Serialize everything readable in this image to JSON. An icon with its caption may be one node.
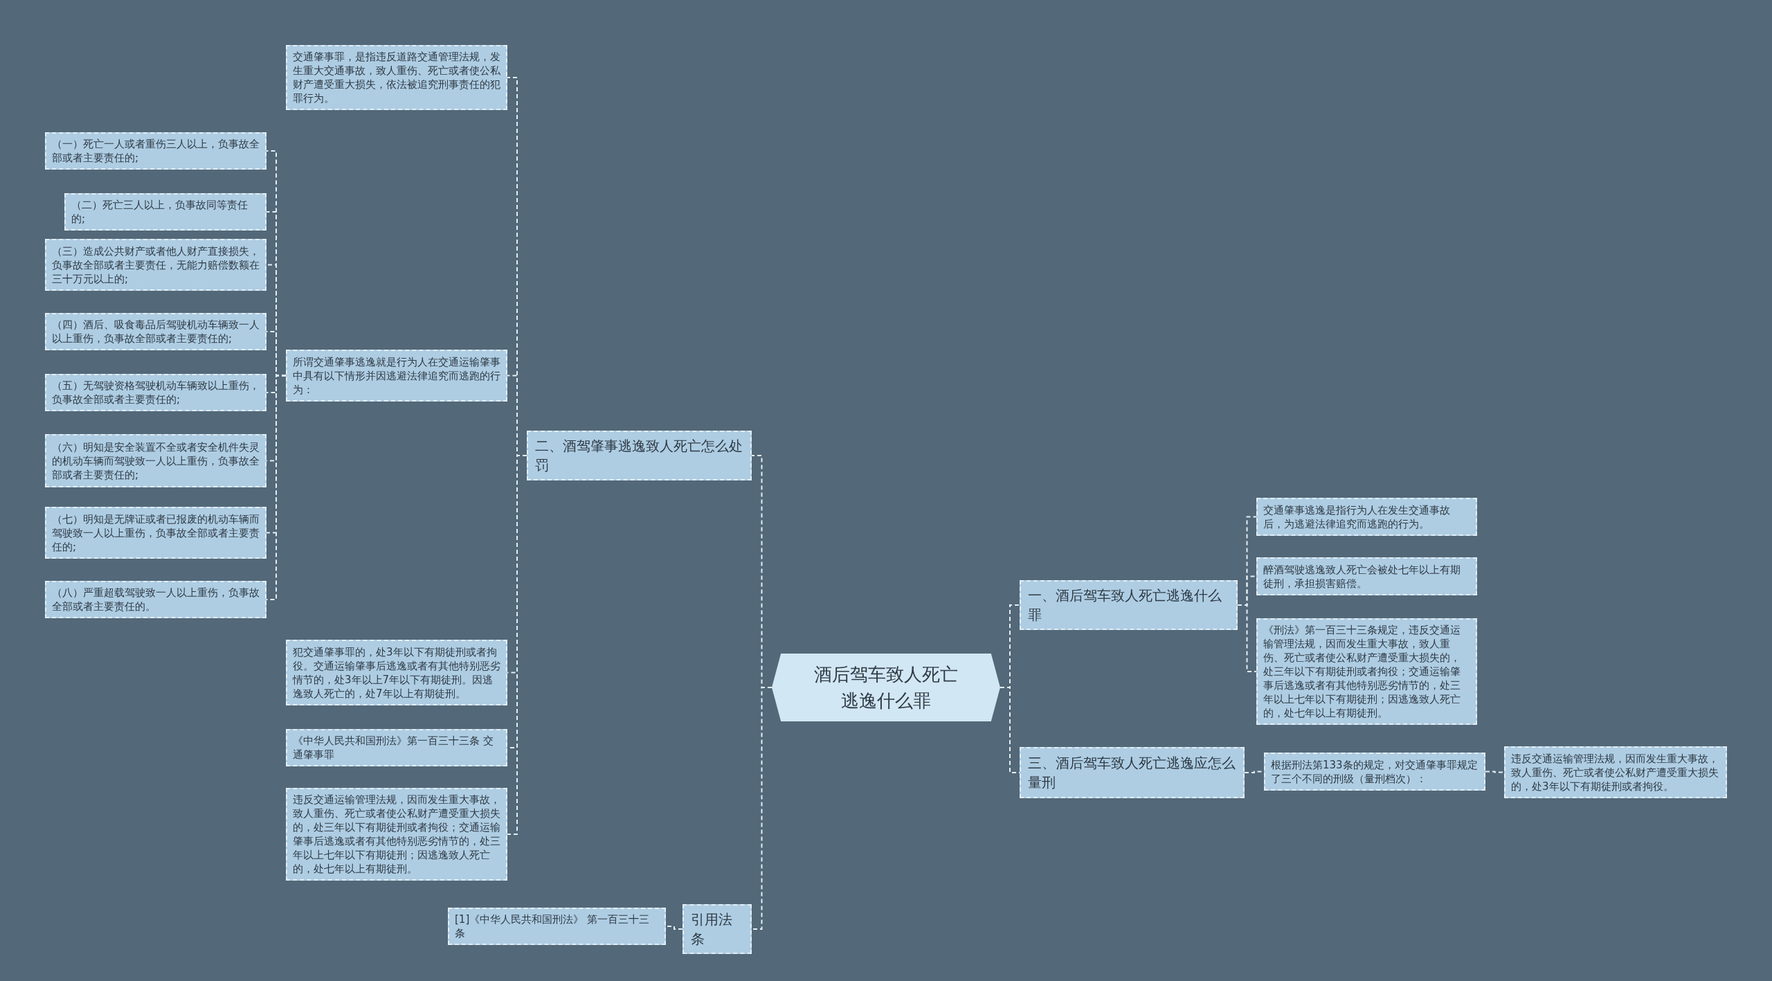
{
  "diagram": {
    "nodes": [
      {
        "text": [
          "酒后驾车致人死亡逃逸什么罪"
        ]
      },
      {
        "text": [
          "二、酒驾肇事逃逸致人死亡怎么处罚"
        ]
      },
      {
        "text": [
          "交通肇事罪，是指违反道路交通管理法规，发生重大交通事故，致人重伤、死亡或者使公私财产遭受重大损失，依法被追究刑事责任的犯罪行为。"
        ]
      },
      {
        "text": [
          "所谓交通肇事逃逸就是行为人在交通运输肇事中具有以下情形并因逃避法律追究而逃跑的行为："
        ]
      },
      {
        "text": [
          "（一）死亡一人或者重伤三人以上，负事故全部或者主要责任的;"
        ]
      },
      {
        "text": [
          "（二）死亡三人以上，负事故同等责任的;"
        ]
      },
      {
        "text": [
          "（三）造成公共财产或者他人财产直接损失，负事故全部或者主要责任，无能力赔偿数额在三十万元以上的;"
        ]
      },
      {
        "text": [
          "（四）酒后、吸食毒品后驾驶机动车辆致一人以上重伤，负事故全部或者主要责任的;"
        ]
      },
      {
        "text": [
          "（五）无驾驶资格驾驶机动车辆致以上重伤，负事故全部或者主要责任的;"
        ]
      },
      {
        "text": [
          "（六）明知是安全装置不全或者安全机件失灵的机动车辆而驾驶致一人以上重伤，负事故全部或者主要责任的;"
        ]
      },
      {
        "text": [
          "（七）明知是无牌证或者已报废的机动车辆而驾驶致一人以上重伤，负事故全部或者主要责任的;"
        ]
      },
      {
        "text": [
          "（八）严重超载驾驶致一人以上重伤，负事故全部或者主要责任的。"
        ]
      },
      {
        "text": [
          "犯交通肇事罪的，处3年以下有期徒刑或者拘役。交通运输肇事后逃逸或者有其他特别恶劣情节的，处3年以上7年以下有期徒刑。因逃逸致人死亡的，处7年以上有期徒刑。"
        ]
      },
      {
        "text": [
          "《中华人民共和国刑法》第一百三十三条 交通肇事罪"
        ]
      },
      {
        "text": [
          "违反交通运输管理法规，因而发生重大事故，致人重伤、死亡或者使公私财产遭受重大损失的，处三年以下有期徒刑或者拘役；交通运输肇事后逃逸或者有其他特别恶劣情节的，处三年以上七年以下有期徒刑；因逃逸致人死亡的，处七年以上有期徒刑。"
        ]
      },
      {
        "text": [
          "引用法条"
        ]
      },
      {
        "text": [
          "[1]《中华人民共和国刑法》 第一百三十三条"
        ]
      },
      {
        "text": [
          "一、酒后驾车致人死亡逃逸什么罪"
        ]
      },
      {
        "text": [
          "交通肇事逃逸是指行为人在发生交通事故后，为逃避法律追究而逃跑的行为。"
        ]
      },
      {
        "text": [
          "醉酒驾驶逃逸致人死亡会被处七年以上有期徒刑，承担损害赔偿。"
        ]
      },
      {
        "text": [
          "《刑法》第一百三十三条规定，违反交通运输管理法规，因而发生重大事故，致人重伤、死亡或者使公私财产遭受重大损失的，处三年以下有期徒刑或者拘役；交通运输肇事后逃逸或者有其他特别恶劣情节的，处三年以上七年以下有期徒刑；因逃逸致人死亡的，处七年以上有期徒刑。"
        ]
      },
      {
        "text": [
          "三、酒后驾车致人死亡逃逸应怎么量刑"
        ]
      },
      {
        "text": [
          "根据刑法第133条的规定，对交通肇事罪规定了三个不同的刑级（量刑档次）："
        ]
      },
      {
        "text": [
          "违反交通运输管理法规，因而发生重大事故，致人重伤、死亡或者使公私财产遭受重大损失的，处3年以下有期徒刑或者拘役。"
        ]
      }
    ],
    "edges": [
      {
        "from": 0,
        "to": 1,
        "arrow": "none"
      },
      {
        "from": 1,
        "to": 2,
        "arrow": "none"
      },
      {
        "from": 1,
        "to": 3,
        "arrow": "none"
      },
      {
        "from": 3,
        "to": 4,
        "arrow": "none"
      },
      {
        "from": 3,
        "to": 5,
        "arrow": "none"
      },
      {
        "from": 3,
        "to": 6,
        "arrow": "none"
      },
      {
        "from": 3,
        "to": 7,
        "arrow": "none"
      },
      {
        "from": 3,
        "to": 8,
        "arrow": "none"
      },
      {
        "from": 3,
        "to": 9,
        "arrow": "none"
      },
      {
        "from": 3,
        "to": 10,
        "arrow": "none"
      },
      {
        "from": 3,
        "to": 11,
        "arrow": "none"
      },
      {
        "from": 1,
        "to": 12,
        "arrow": "none"
      },
      {
        "from": 1,
        "to": 13,
        "arrow": "none"
      },
      {
        "from": 1,
        "to": 14,
        "arrow": "none"
      },
      {
        "from": 0,
        "to": 15,
        "arrow": "none"
      },
      {
        "from": 15,
        "to": 16,
        "arrow": "none"
      },
      {
        "from": 0,
        "to": 17,
        "arrow": "none"
      },
      {
        "from": 17,
        "to": 18,
        "arrow": "none"
      },
      {
        "from": 17,
        "to": 19,
        "arrow": "none"
      },
      {
        "from": 17,
        "to": 20,
        "arrow": "none"
      },
      {
        "from": 0,
        "to": 21,
        "arrow": "none"
      },
      {
        "from": 21,
        "to": 22,
        "arrow": "none"
      },
      {
        "from": 22,
        "to": 23,
        "arrow": "none"
      }
    ]
  }
}
